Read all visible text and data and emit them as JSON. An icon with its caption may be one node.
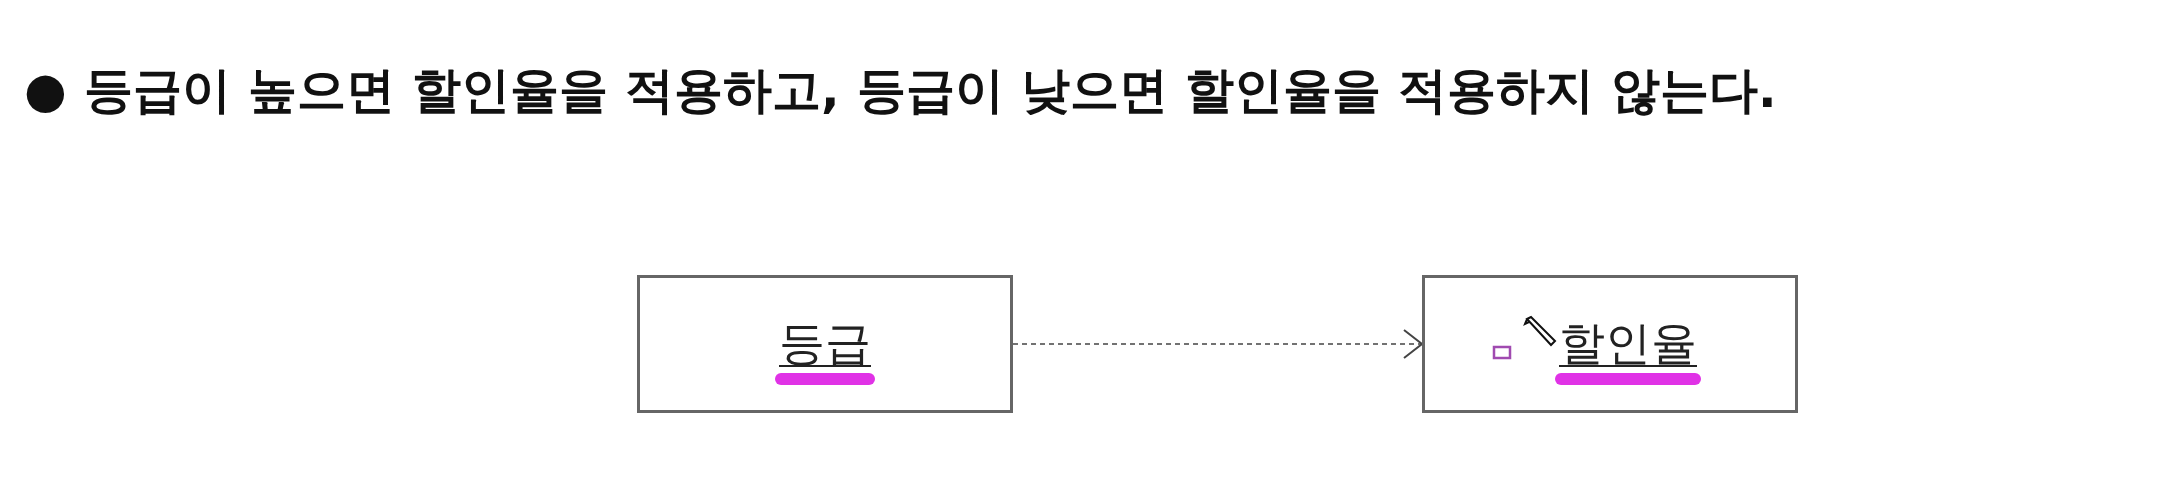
{
  "diagram": {
    "title": "● 등급이 높으면 할인율을 적용하고, 등급이 낮으면 할인율을 적용하지 않는다.",
    "nodes": [
      {
        "text": [
          "등급"
        ]
      },
      {
        "text": [
          "할인율"
        ]
      }
    ],
    "edges": [
      {
        "from": 0,
        "to": 1,
        "arrow": "to",
        "style": "dashed"
      }
    ]
  }
}
